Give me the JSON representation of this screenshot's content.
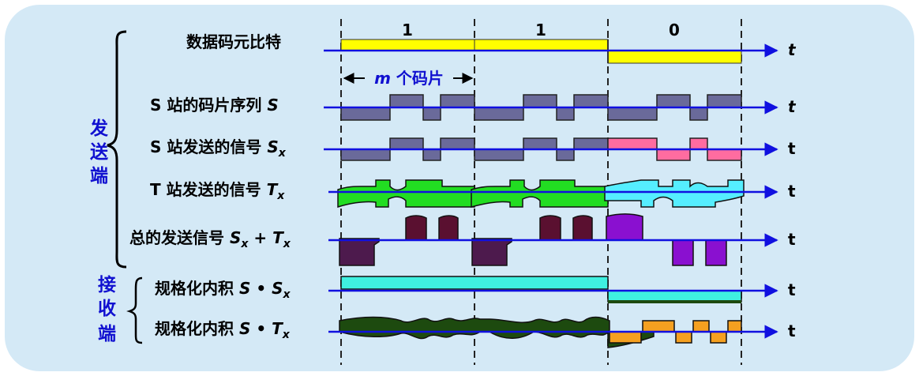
{
  "diagram": {
    "bit_labels": [
      "1",
      "1",
      "0"
    ],
    "time_label": "t",
    "m_chips_label": "m 个码片",
    "side_labels": {
      "sender": [
        "发",
        "送",
        "端"
      ],
      "receiver": [
        "接",
        "收",
        "端"
      ]
    },
    "rows": [
      {
        "id": "data-bits",
        "label": "数据码元比特"
      },
      {
        "id": "s-chip-seq",
        "label": "S 站的码片序列 S"
      },
      {
        "id": "s-signal",
        "label": "S 站发送的信号 Sx"
      },
      {
        "id": "t-signal",
        "label": "T 站发送的信号 Tx"
      },
      {
        "id": "total-signal",
        "label": "总的发送信号 Sx + Tx"
      },
      {
        "id": "inner-s",
        "label": "规格化内积 S • Sx"
      },
      {
        "id": "inner-t",
        "label": "规格化内积 S • Tx"
      }
    ],
    "s_chip_sequence": [
      -1,
      -1,
      1,
      1,
      -1,
      1
    ],
    "data_bits": [
      1,
      1,
      0
    ],
    "colors": {
      "background_panel": "#d2e8f5",
      "axis": "#1010e0",
      "data_bit": "#ffff00",
      "s_chip": "#6a6a9a",
      "s_signal_zero": "#ff6ca0",
      "t_signal_one": "#22dd22",
      "t_signal_zero": "#55eeff",
      "total_neg": "#4d1a4d",
      "total_pos_one": "#5a1030",
      "total_zero": "#8a10d0",
      "inner_s": "#3ff0e0",
      "inner_t_dark": "#1d4a0f",
      "inner_t_orange": "#f5a020",
      "side_label": "#1010d0"
    }
  }
}
